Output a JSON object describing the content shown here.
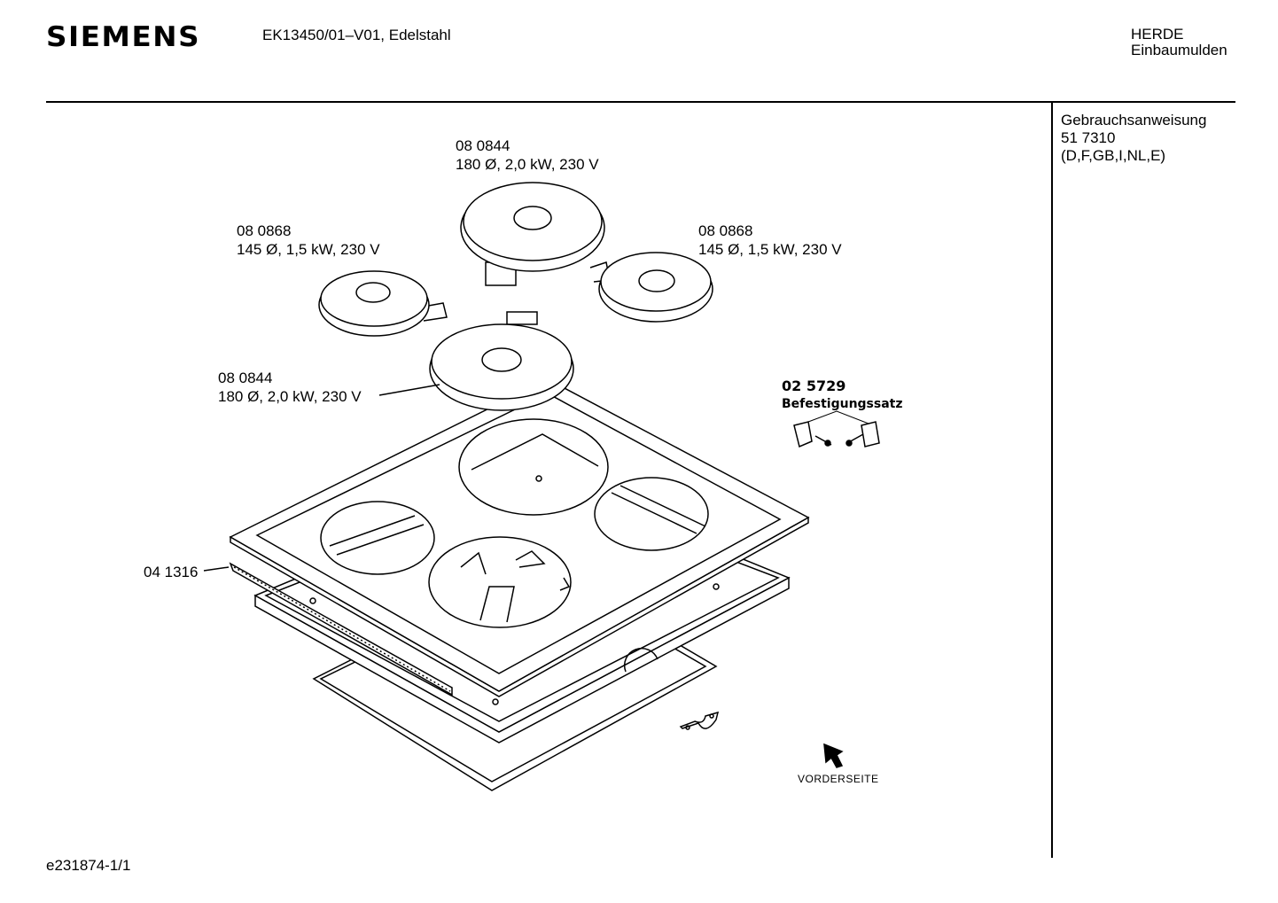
{
  "header": {
    "brand": "SIEMENS",
    "model": "EK13450/01–V01, Edelstahl",
    "category_line1": "HERDE",
    "category_line2": "Einbaumulden"
  },
  "sidebar": {
    "manual_title": "Gebrauchsanweisung",
    "manual_number": "51 7310",
    "manual_languages": "(D,F,GB,I,NL,E)"
  },
  "parts": {
    "top_burner": {
      "number": "08 0844",
      "spec": "180 Ø, 2,0 kW, 230 V"
    },
    "left_burner": {
      "number": "08 0868",
      "spec": "145 Ø, 1,5 kW, 230 V"
    },
    "right_burner": {
      "number": "08 0868",
      "spec": "145 Ø, 1,5 kW, 230 V"
    },
    "front_burner": {
      "number": "08 0844",
      "spec": "180 Ø, 2,0 kW, 230 V"
    },
    "fixing_kit": {
      "number": "02 5729",
      "name": "Befestigungssatz"
    },
    "seal_strip": {
      "number": "04 1316"
    }
  },
  "front_marker": "VORDERSEITE",
  "footer": {
    "drawing_id": "e231874-1/1"
  }
}
